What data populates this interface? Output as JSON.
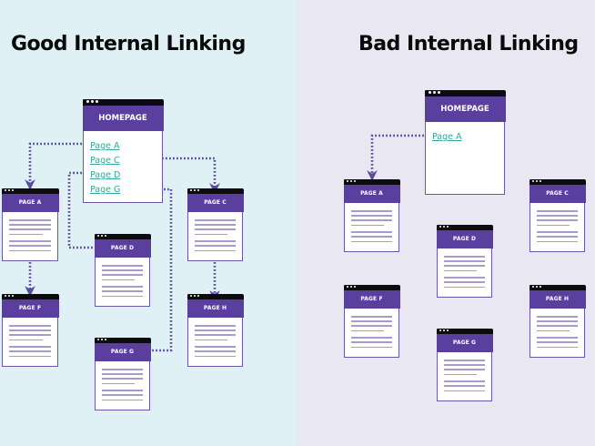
{
  "good": {
    "title": "Good Internal Linking",
    "homepage": {
      "label": "HOMEPAGE",
      "links": [
        "Page A",
        "Page C",
        "Page D",
        "Page G"
      ]
    },
    "pages": {
      "a": "PAGE A",
      "c": "PAGE C",
      "d": "PAGE D",
      "f": "PAGE F",
      "g": "PAGE G",
      "h": "PAGE H"
    },
    "connections": [
      {
        "from": "Homepage: Page A",
        "to": "PAGE A"
      },
      {
        "from": "Homepage: Page C",
        "to": "PAGE C"
      },
      {
        "from": "Homepage: Page D",
        "to": "PAGE D"
      },
      {
        "from": "Homepage: Page G",
        "to": "PAGE G"
      },
      {
        "from": "PAGE A",
        "to": "PAGE F"
      },
      {
        "from": "PAGE C",
        "to": "PAGE H"
      }
    ]
  },
  "bad": {
    "title": "Bad Internal Linking",
    "homepage": {
      "label": "HOMEPAGE",
      "links": [
        "Page A"
      ]
    },
    "pages": {
      "a": "PAGE A",
      "c": "PAGE C",
      "d": "PAGE D",
      "f": "PAGE F",
      "g": "PAGE G",
      "h": "PAGE H"
    },
    "connections": [
      {
        "from": "Homepage: Page A",
        "to": "PAGE A"
      }
    ]
  },
  "colors": {
    "good_bg": "#dff1f5",
    "bad_bg": "#e9e7f2",
    "header_purple": "#5b3f9e",
    "link_teal": "#2fa89a",
    "connector": "#5b4a9e"
  }
}
